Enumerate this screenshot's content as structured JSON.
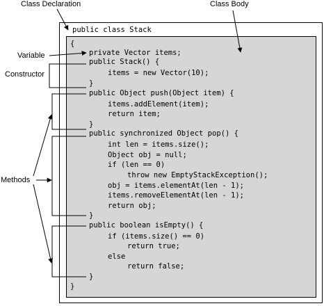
{
  "labels": {
    "class_declaration": "Class Declaration",
    "class_body": "Class Body",
    "variable": "Variable",
    "constructor": "Constructor",
    "methods": "Methods"
  },
  "code": {
    "declaration": "public class Stack",
    "lines": [
      "{",
      "private Vector items;",
      "public Stack() {",
      "items = new Vector(10);",
      "}",
      "public Object push(Object item) {",
      "items.addElement(item);",
      "return item;",
      "}",
      "public synchronized Object pop() {",
      "int len = items.size();",
      "Object obj = null;",
      "if (len == 0)",
      "throw new EmptyStackException();",
      "obj = items.elementAt(len - 1);",
      "items.removeElementAt(len - 1);",
      "return obj;",
      "}",
      "public boolean isEmpty() {",
      "if (items.size() == 0)",
      "return true;",
      "else",
      "return false;",
      "}",
      "}"
    ]
  }
}
